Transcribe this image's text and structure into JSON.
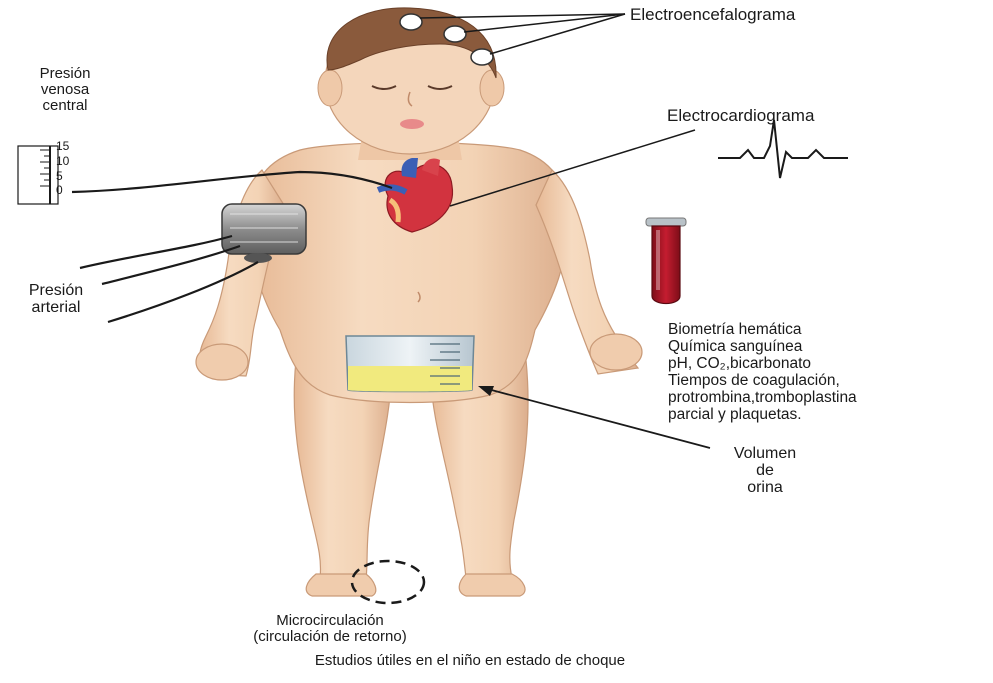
{
  "labels": {
    "electroencephalogram": "Electroencefalograma",
    "electrocardiogram": "Electrocardiograma",
    "central_venous_pressure": [
      "Presión",
      "venosa",
      "central"
    ],
    "arterial_pressure": [
      "Presión",
      "arterial"
    ],
    "lab_tests": [
      "Biometría hemática",
      "Química sanguínea",
      "pH, CO₂,bicarbonato",
      "Tiempos de coagulación,",
      "protrombina,tromboplastina",
      "parcial y plaquetas."
    ],
    "urine_volume": [
      "Volumen",
      "de",
      "orina"
    ],
    "microcirculation": [
      "Microcirculación",
      "(circulación de retorno)"
    ],
    "caption": "Estudios útiles en el niño en estado de choque"
  },
  "pressure_scale": [
    "15",
    "10",
    "5",
    "0"
  ],
  "colors": {
    "skin": "#f3d3b5",
    "skin_shadow": "#d9a98a",
    "hair": "#8a5a3c",
    "heart_red": "#d2333f",
    "vessel_blue": "#3b5fb5",
    "blood_tube": "#b0182a",
    "urine": "#f1ea7e",
    "leader_line": "#1a1a1a"
  }
}
